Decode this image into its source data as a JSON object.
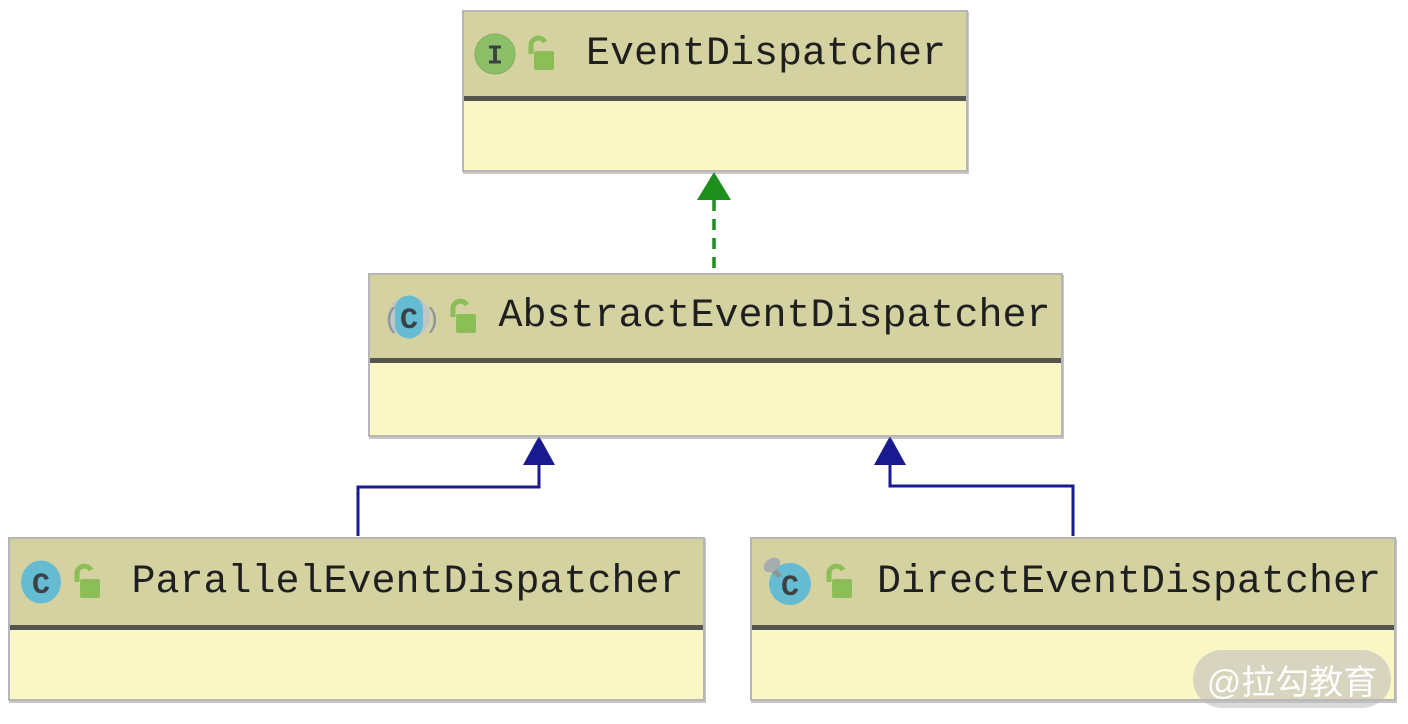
{
  "diagram": {
    "kind": "uml-class-diagram",
    "nodes": [
      {
        "id": "event-dispatcher",
        "name": "EventDispatcher",
        "kind": "interface",
        "type_icon": "interface-icon",
        "modifier_icon": "unlocked-lock-icon"
      },
      {
        "id": "abstract-event-dispatcher",
        "name": "AbstractEventDispatcher",
        "kind": "abstract-class",
        "type_icon": "abstract-class-icon",
        "modifier_icon": "unlocked-lock-icon"
      },
      {
        "id": "parallel-event-dispatcher",
        "name": "ParallelEventDispatcher",
        "kind": "class",
        "type_icon": "class-icon",
        "modifier_icon": "unlocked-lock-icon"
      },
      {
        "id": "direct-event-dispatcher",
        "name": "DirectEventDispatcher",
        "kind": "class",
        "type_icon": "pinned-class-icon",
        "modifier_icon": "unlocked-lock-icon"
      }
    ],
    "edges": [
      {
        "from": "AbstractEventDispatcher",
        "to": "EventDispatcher",
        "type": "realization",
        "line": "dashed",
        "color": "#1d8f1d"
      },
      {
        "from": "ParallelEventDispatcher",
        "to": "AbstractEventDispatcher",
        "type": "generalization",
        "line": "solid",
        "color": "#1a1a90"
      },
      {
        "from": "DirectEventDispatcher",
        "to": "AbstractEventDispatcher",
        "type": "generalization",
        "line": "solid",
        "color": "#1a1a90"
      }
    ]
  },
  "watermark": {
    "text": "@拉勾教育"
  },
  "colors": {
    "node_header_bg": "#d5d2a2",
    "node_body_bg": "#faf6c6",
    "node_border": "#b6b6b6",
    "node_separator": "#55554e",
    "edge_green": "#1d8f1d",
    "edge_navy": "#1a1a90",
    "icon_interface_green": "#8dbf69",
    "icon_class_blue": "#65bcd2",
    "icon_lock_green": "#8cbe58",
    "text_color": "#1f1f1f"
  }
}
